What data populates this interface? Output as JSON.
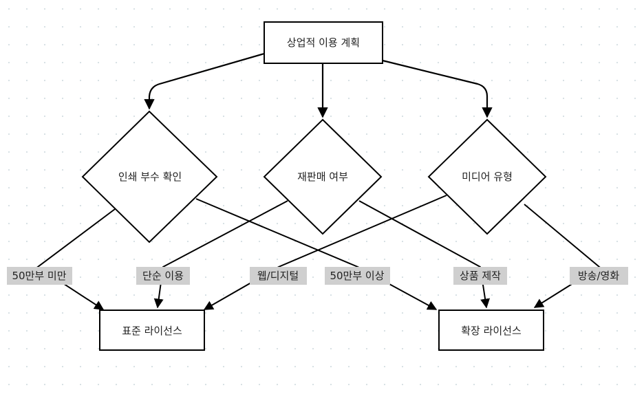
{
  "diagram": {
    "type": "flowchart",
    "nodes": {
      "start": {
        "label": "상업적 이용 계획",
        "shape": "rect"
      },
      "print": {
        "label": "인쇄 부수 확인",
        "shape": "diamond"
      },
      "resale": {
        "label": "재판매 여부",
        "shape": "diamond"
      },
      "media": {
        "label": "미디어 유형",
        "shape": "diamond"
      },
      "standard": {
        "label": "표준 라이선스",
        "shape": "rect"
      },
      "extended": {
        "label": "확장 라이선스",
        "shape": "rect"
      }
    },
    "edges": [
      {
        "from": "start",
        "to": "print",
        "label": ""
      },
      {
        "from": "start",
        "to": "resale",
        "label": ""
      },
      {
        "from": "start",
        "to": "media",
        "label": ""
      },
      {
        "from": "print",
        "to": "standard",
        "label": "50만부 미만"
      },
      {
        "from": "print",
        "to": "extended",
        "label": "50만부 이상"
      },
      {
        "from": "resale",
        "to": "standard",
        "label": "단순 이용"
      },
      {
        "from": "resale",
        "to": "extended",
        "label": "상품 제작"
      },
      {
        "from": "media",
        "to": "standard",
        "label": "웹/디지털"
      },
      {
        "from": "media",
        "to": "extended",
        "label": "방송/영화"
      }
    ]
  },
  "colors": {
    "background": "#ffffff",
    "grid_dot": "#d4dee2",
    "stroke": "#000000",
    "label_bg": "#cfcfcf",
    "text": "#222222"
  }
}
